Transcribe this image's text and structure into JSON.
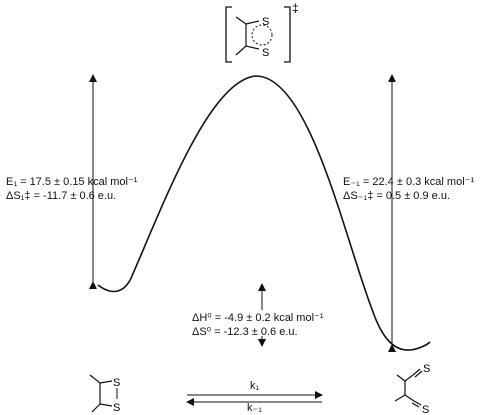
{
  "forward": {
    "activation_energy": "E₁ = 17.5 ± 0.15 kcal mol⁻¹",
    "activation_entropy": "ΔS₁‡ = -11.7 ± 0.6 e.u."
  },
  "reverse": {
    "activation_energy": "E₋₁ = 22.4 ± 0.3 kcal mol⁻¹",
    "activation_entropy": "ΔS₋₁‡ = 0.5 ± 0.9 e.u."
  },
  "reaction": {
    "enthalpy": "ΔH⁰ = -4.9 ± 0.2 kcal mol⁻¹",
    "entropy": "ΔS⁰ = -12.3 ± 0.6 e.u.",
    "forward_rate_label": "k₁",
    "reverse_rate_label": "k₋₁"
  },
  "transition_state": {
    "symbol": "‡",
    "atom_top": "S",
    "atom_bottom": "S"
  },
  "reactant": {
    "atom_top": "S",
    "atom_bottom": "S"
  },
  "product": {
    "atom_top": "S",
    "atom_bottom": "S"
  }
}
